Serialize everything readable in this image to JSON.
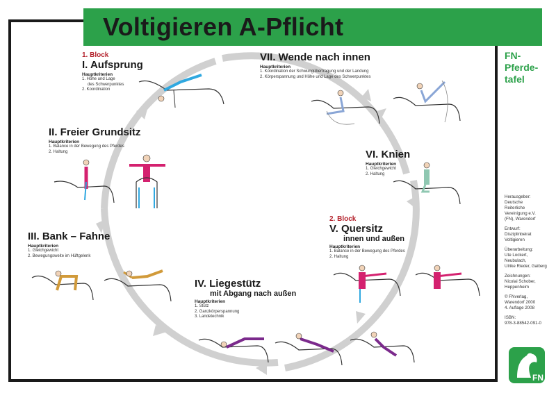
{
  "title": "Voltigieren A-Pflicht",
  "side_title": [
    "FN-",
    "Pferde-",
    "tafel"
  ],
  "logo_text": "FN",
  "side_info": [
    "Herausgeber:\nDeutsche\nReiterliche\nVereinigung e.V.\n(FN), Warendorf",
    "Entwurf:\nDisziplinbeirat\nVoltigieren",
    "Überarbeitung:\nUte Lockert,\nNeubulach,\nUlrike Rieder, Gaiberg",
    "Zeichnungen:\nNicolai Schober,\nHeppenheim",
    "© FNverlag,\nWarendorf 2000\n4. Auflage 2008",
    "ISBN:\n978-3-88542-091-0"
  ],
  "sections": {
    "s1": {
      "block": "1. Block",
      "title": "I. Aufsprung",
      "hk": "Hauptkriterien",
      "criteria": [
        "1. Höhe und Lage",
        "des Schwerpunktes",
        "2. Koordination"
      ]
    },
    "s2": {
      "title": "II. Freier Grundsitz",
      "hk": "Hauptkriterien",
      "criteria": [
        "1. Balance in der Bewegung des Pferdes",
        "2. Haltung"
      ]
    },
    "s3": {
      "title": "III. Bank – Fahne",
      "hk": "Hauptkriterien",
      "criteria": [
        "1. Gleichgewicht",
        "2. Bewegungsweite im Hüftgelenk"
      ]
    },
    "s4": {
      "title": "IV. Liegestütz",
      "sub": "mit Abgang nach außen",
      "hk": "Hauptkriterien",
      "criteria": [
        "1. Stütz",
        "2. Ganzkörperspannung",
        "3. Landetechnik"
      ]
    },
    "s5": {
      "block": "2. Block",
      "title": "V. Quersitz",
      "sub": "innen und außen",
      "hk": "Hauptkriterien",
      "criteria": [
        "1. Balance in der Bewegung des Pferdes",
        "2. Haltung"
      ]
    },
    "s6": {
      "title": "VI. Knien",
      "hk": "Hauptkriterien",
      "criteria": [
        "1. Gleichgewicht",
        "2. Haltung"
      ]
    },
    "s7": {
      "title": "VII. Wende nach innen",
      "hk": "Hauptkriterien",
      "criteria": [
        "1. Koordination der Schwungübertragung und der Landung",
        "2. Körperspannung und Höhe und Lage des Schwerpunktes"
      ]
    }
  },
  "colors": {
    "green": "#2ca14a",
    "red": "#b3202a",
    "circle": "#d0d0d0",
    "s1": "#2fa8e0",
    "s2": "#d4216f",
    "s3": "#d19a3a",
    "s4": "#7b2a8c",
    "s5": "#d4216f",
    "s6": "#8fc7b1",
    "s7": "#8aa6d6"
  }
}
